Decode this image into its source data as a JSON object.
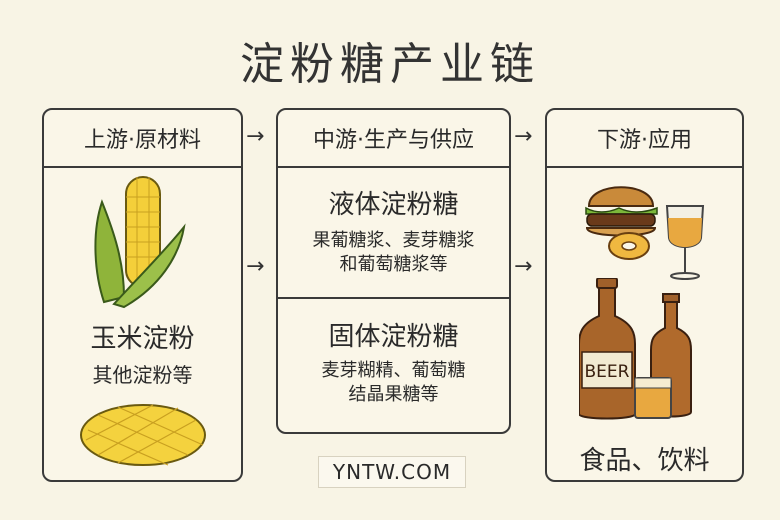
{
  "title": "淀粉糖产业链",
  "upstream": {
    "header": "上游·原材料",
    "main": "玉米淀粉",
    "sub": "其他淀粉等"
  },
  "midstream": {
    "header": "中游·生产与供应",
    "liquid": {
      "title": "液体淀粉糖",
      "line1": "果葡糖浆、麦芽糖浆",
      "line2": "和葡萄糖浆等"
    },
    "solid": {
      "title": "固体淀粉糖",
      "line1": "麦芽糊精、葡萄糖",
      "line2": "结晶果糖等"
    }
  },
  "downstream": {
    "header": "下游·应用",
    "label": "食品、饮料",
    "beer_label": "BEER"
  },
  "arrow": "→",
  "footer": "YNTW.COM"
}
